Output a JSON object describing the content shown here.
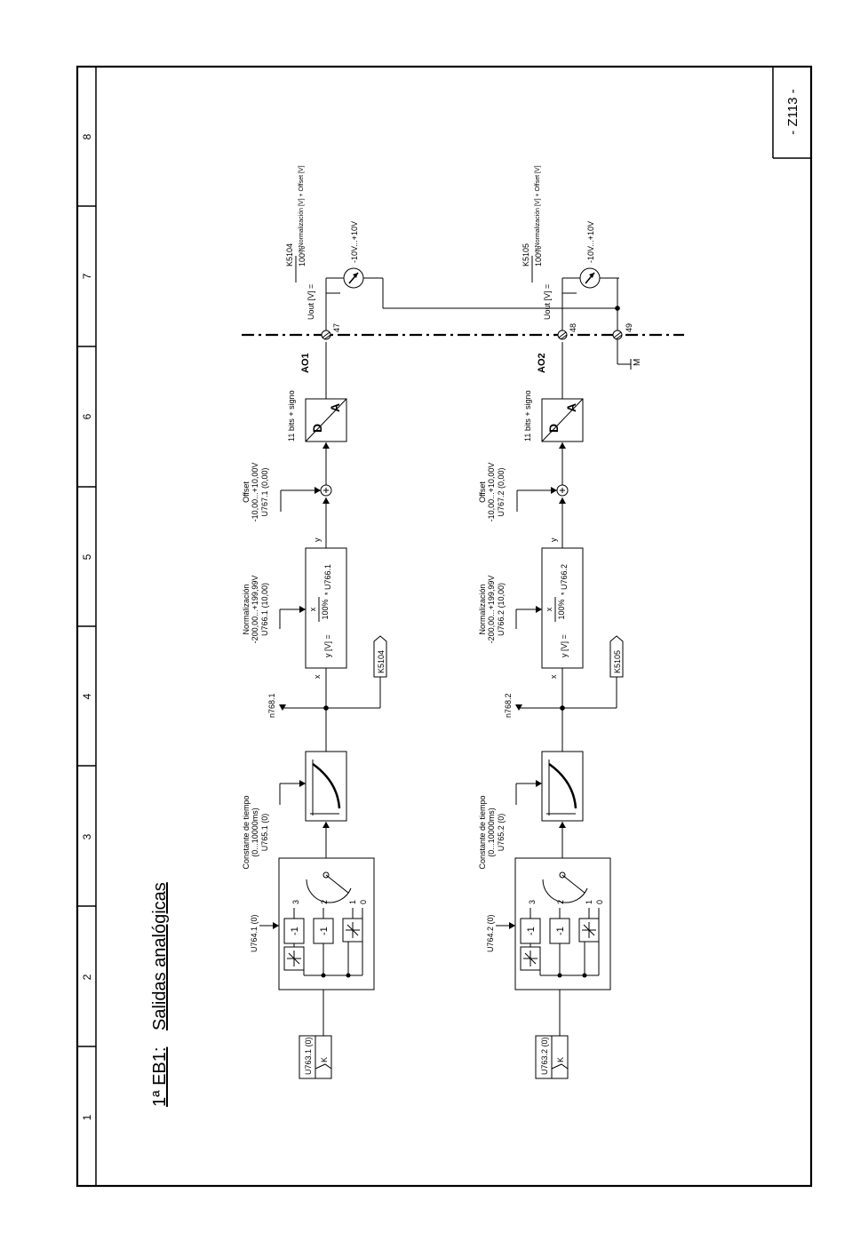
{
  "page": {
    "title_prefix": "1ª EB1:",
    "title": "Salidas analógicas",
    "page_number": "- Z113 -",
    "columns": [
      "1",
      "2",
      "3",
      "4",
      "5",
      "6",
      "7",
      "8"
    ]
  },
  "channels": [
    {
      "input_param": "U763.1 (0)",
      "input_conn": "K",
      "selector_param": "U764.1 (0)",
      "selector_positions": [
        "3",
        "2",
        "1",
        "0"
      ],
      "selector_neg": "-1",
      "filter_label": "Constante de tiempo",
      "filter_range": "(0...10000ms)",
      "filter_param": "U765.1 (0)",
      "display_param": "n768.1",
      "norm_label": "Normalización",
      "norm_range": "-200,00...+199,99V",
      "norm_param": "U766.1 (10,00)",
      "norm_formula_lhs": "y [V] =",
      "norm_formula_num": "x",
      "norm_formula_den": "100%",
      "norm_formula_rhs": "*  U766.1",
      "connector_out": "K5104",
      "label_x": "x",
      "label_y": "y",
      "offset_label": "Offset",
      "offset_range": "-10,00...+10,00V",
      "offset_param": "U767.1 (0,00)",
      "da_bits": "11  bits + signo",
      "da_d": "D",
      "da_a": "A",
      "ao_label": "AO1",
      "terminal": "47",
      "meter_range": "-10V...+10V",
      "uout_lhs": "Uout [V] =",
      "uout_num": "K5104",
      "uout_den": "100%",
      "uout_rhs": "* Normalización [V] + Offset [V]"
    },
    {
      "input_param": "U763.2 (0)",
      "input_conn": "K",
      "selector_param": "U764.2 (0)",
      "selector_positions": [
        "3",
        "2",
        "1",
        "0"
      ],
      "selector_neg": "-1",
      "filter_label": "Constante de tiempo",
      "filter_range": "(0...10000ms)",
      "filter_param": "U765.2 (0)",
      "display_param": "n768.2",
      "norm_label": "Normalización",
      "norm_range": "-200,00...+199,99V",
      "norm_param": "U766.2 (10,00)",
      "norm_formula_lhs": "y [V] =",
      "norm_formula_num": "x",
      "norm_formula_den": "100%",
      "norm_formula_rhs": "*  U766.2",
      "connector_out": "K5105",
      "label_x": "x",
      "label_y": "y",
      "offset_label": "Offset",
      "offset_range": "-10,00...+10,00V",
      "offset_param": "U767.2 (0,00)",
      "da_bits": "11  bits + signo",
      "da_d": "D",
      "da_a": "A",
      "ao_label": "AO2",
      "terminal": "48",
      "meter_range": "-10V...+10V",
      "uout_lhs": "Uout [V] =",
      "uout_num": "K5105",
      "uout_den": "100%",
      "uout_rhs": "* Normalización [V] + Offset [V]"
    }
  ],
  "common_terminal": "49",
  "ground_label": "M"
}
